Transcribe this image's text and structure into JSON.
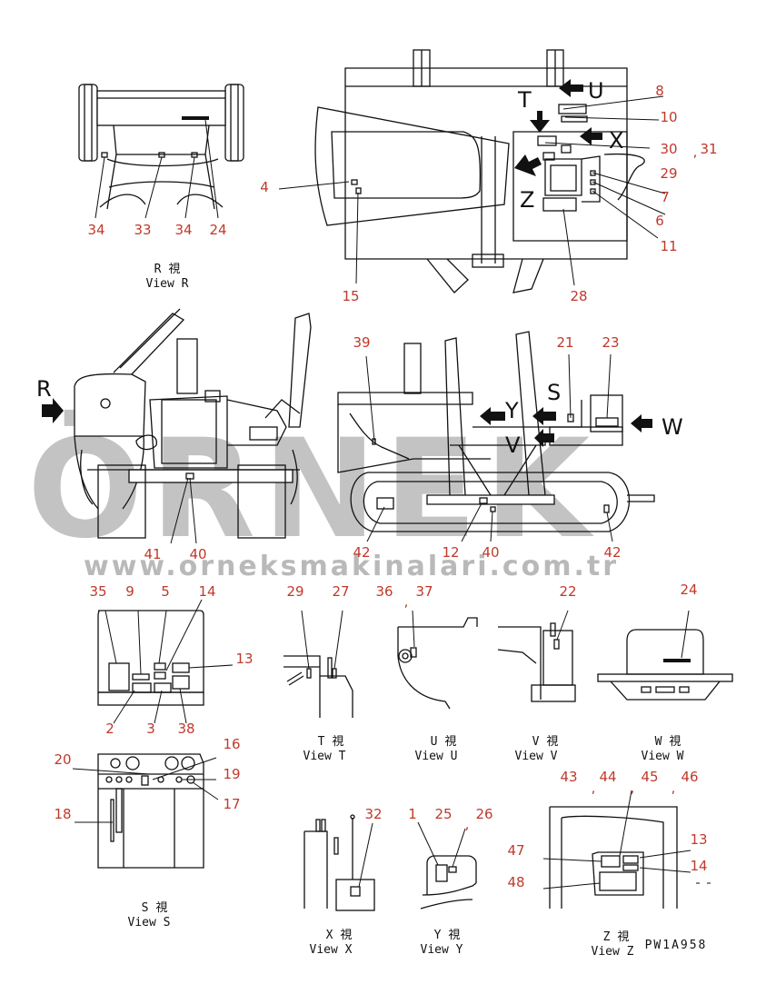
{
  "watermark": {
    "brand": "ÖRNEK",
    "url": "www.orneksmakinalari.com.tr"
  },
  "drawing_code": "PW1A958",
  "views": {
    "R": {
      "jp": "R 視",
      "en": "View R"
    },
    "T": {
      "jp": "T 視",
      "en": "View T"
    },
    "U": {
      "jp": "U 視",
      "en": "View U"
    },
    "V": {
      "jp": "V 視",
      "en": "View V"
    },
    "W": {
      "jp": "W 視",
      "en": "View W"
    },
    "S": {
      "jp": "S 視",
      "en": "View S"
    },
    "X": {
      "jp": "X 視",
      "en": "View X"
    },
    "Y": {
      "jp": "Y 視",
      "en": "View Y"
    },
    "Z": {
      "jp": "Z 視",
      "en": "View Z"
    }
  },
  "view_letters": [
    "R",
    "T",
    "U",
    "X",
    "Z",
    "S",
    "Y",
    "V",
    "W"
  ],
  "callouts": {
    "c1": "1",
    "c2": "2",
    "c3": "3",
    "c4": "4",
    "c5": "5",
    "c6": "6",
    "c7": "7",
    "c8": "8",
    "c9": "9",
    "c10": "10",
    "c11": "11",
    "c12": "12",
    "c13": "13",
    "c14": "14",
    "c15": "15",
    "c16": "16",
    "c17": "17",
    "c18": "18",
    "c19": "19",
    "c20": "20",
    "c21": "21",
    "c22": "22",
    "c23": "23",
    "c24": "24",
    "c25": "25",
    "c26": "26",
    "c27": "27",
    "c28": "28",
    "c29": "29",
    "c30": "30",
    "c31": "31",
    "c32": "32",
    "c33": "33",
    "c34": "34",
    "c35": "35",
    "c36": "36",
    "c37": "37",
    "c38": "38",
    "c39": "39",
    "c40": "40",
    "c41": "41",
    "c42": "42",
    "c43": "43",
    "c44": "44",
    "c45": "45",
    "c46": "46",
    "c47": "47",
    "c48": "48"
  },
  "separator": ","
}
